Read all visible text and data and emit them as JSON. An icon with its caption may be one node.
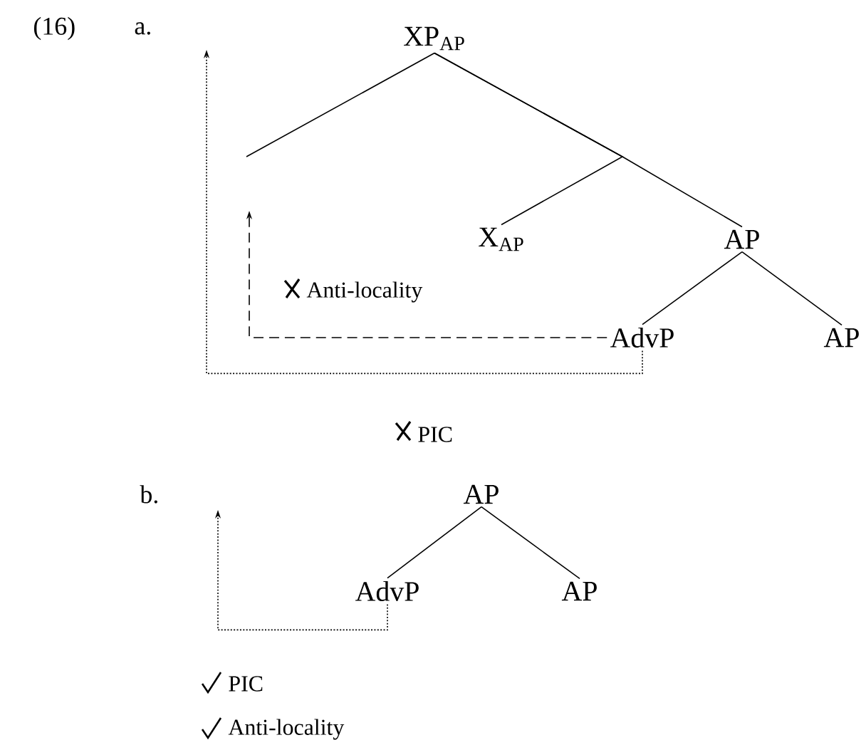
{
  "diagram": {
    "nodes": [
      {
        "text": [
          "XP$_{AP}$"
        ]
      },
      {
        "text": [
          "X$_{AP}$"
        ]
      },
      {
        "text": [
          "AP"
        ]
      },
      {
        "text": [
          "AdvP"
        ]
      },
      {
        "text": [
          "AP"
        ]
      },
      {
        "text": [
          "AP"
        ]
      },
      {
        "text": [
          "AdvP"
        ]
      },
      {
        "text": [
          "AP"
        ]
      }
    ],
    "edges": [
      {
        "from": 0,
        "to": null,
        "arrow": "none"
      },
      {
        "from": 0,
        "to": 1,
        "arrow": "none"
      },
      {
        "from": 0,
        "to": 2,
        "arrow": "none"
      },
      {
        "from": 2,
        "to": 3,
        "arrow": "none"
      },
      {
        "from": 2,
        "to": 4,
        "arrow": "none"
      },
      {
        "from": 5,
        "to": 6,
        "arrow": "none"
      },
      {
        "from": 5,
        "to": 7,
        "arrow": "none"
      },
      {
        "from": 3,
        "to": null,
        "arrow": "to",
        "style": "dashed",
        "label": "Anti-locality"
      },
      {
        "from": 3,
        "to": null,
        "arrow": "to",
        "style": "dashed",
        "label": "PIC"
      },
      {
        "from": 6,
        "to": null,
        "arrow": "to",
        "style": "dashed"
      }
    ],
    "labels": [
      "(16)",
      "a.",
      "b.",
      "PIC",
      "Anti-locality"
    ]
  }
}
